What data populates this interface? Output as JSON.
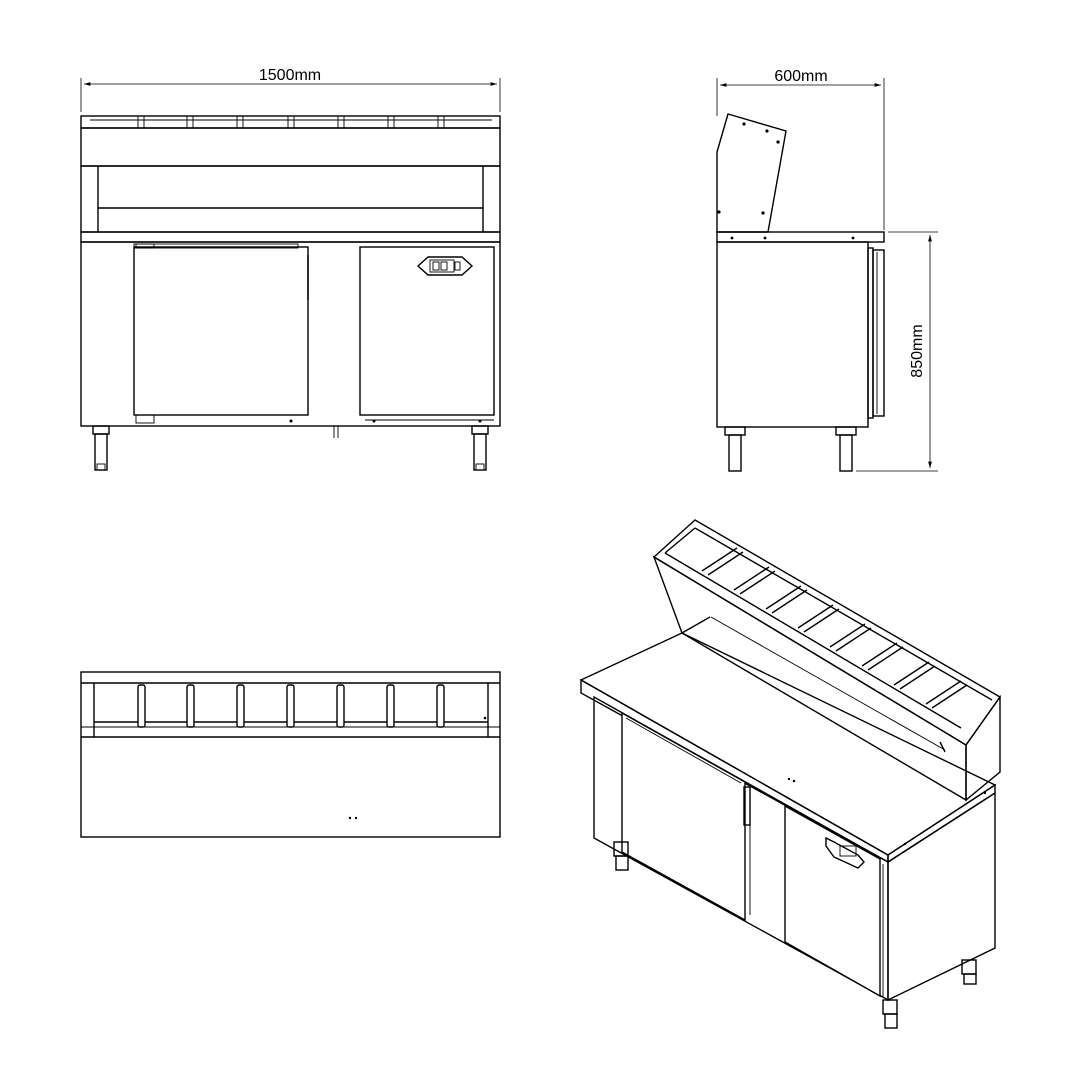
{
  "dimensions": {
    "width": "1500mm",
    "depth": "600mm",
    "height": "850mm"
  },
  "views": [
    "front-view",
    "side-view",
    "top-view",
    "isometric-view"
  ],
  "colors": {
    "line": "#000000",
    "background": "#ffffff"
  }
}
